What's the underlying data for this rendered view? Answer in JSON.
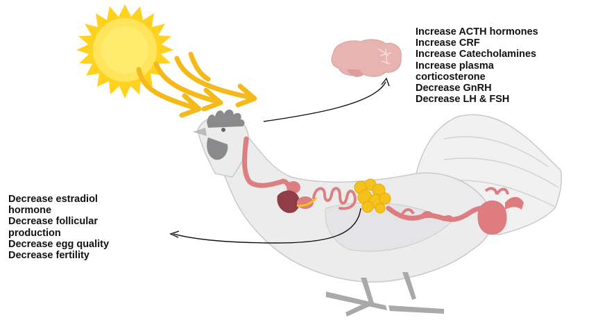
{
  "brain_effects": [
    "Increase ACTH hormones",
    "Increase CRF",
    "Increase Catecholamines",
    "Increase plasma",
    "corticosterone",
    "Decrease GnRH",
    "Decrease LH & FSH"
  ],
  "reproductive_effects": [
    "Decrease estradiol",
    "hormone",
    "Decrease follicular",
    "production",
    "Decrease egg quality",
    "Decrease fertility"
  ],
  "colors": {
    "sun": "#ffd21f",
    "sun_core": "#ffe55c",
    "heat_rays": "#f6b91a",
    "hen_body": "#ececed",
    "hen_outline": "#c9c9cc",
    "comb": "#8a8a8c",
    "brain": "#e7b4b2",
    "digestive_tract": "#dd7f80",
    "liver": "#8f3d46",
    "ovary": "#f4c21b",
    "oviduct": "#df7c7f",
    "arrow": "#111111"
  }
}
